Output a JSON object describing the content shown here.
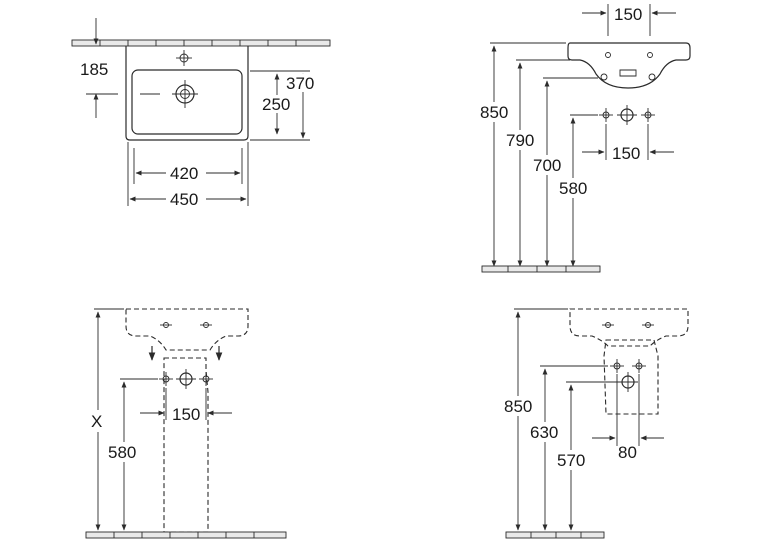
{
  "top_view": {
    "dim_185": "185",
    "dim_370": "370",
    "dim_250": "250",
    "dim_420": "420",
    "dim_450": "450"
  },
  "side_view": {
    "dim_150_top": "150",
    "dim_850": "850",
    "dim_790": "790",
    "dim_700": "700",
    "dim_580": "580",
    "dim_150_mid": "150"
  },
  "front_pedestal_view": {
    "dim_x": "X",
    "dim_580": "580",
    "dim_150": "150"
  },
  "front_semi_pedestal_view": {
    "dim_850": "850",
    "dim_630": "630",
    "dim_570": "570",
    "dim_80": "80"
  }
}
